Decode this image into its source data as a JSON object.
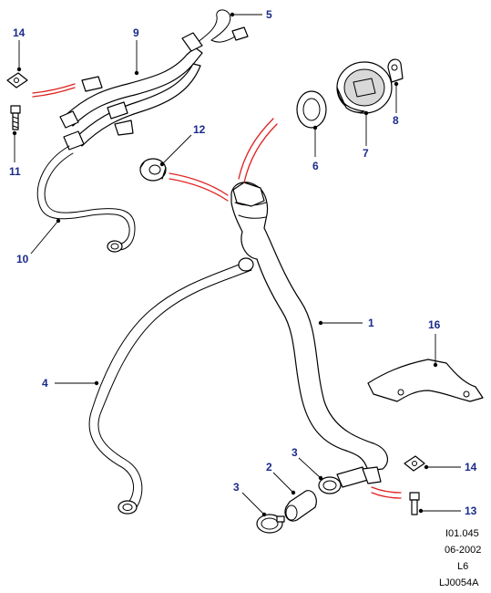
{
  "callouts": {
    "c1": "1",
    "c2": "2",
    "c3a": "3",
    "c3b": "3",
    "c4": "4",
    "c5": "5",
    "c6": "6",
    "c7": "7",
    "c8": "8",
    "c9": "9",
    "c10": "10",
    "c11": "11",
    "c12": "12",
    "c13": "13",
    "c14a": "14",
    "c14b": "14",
    "c16": "16"
  },
  "reference": {
    "figure": "I01.045",
    "date": "06-2002",
    "engine": "L6",
    "drawing": "LJ0054A"
  }
}
